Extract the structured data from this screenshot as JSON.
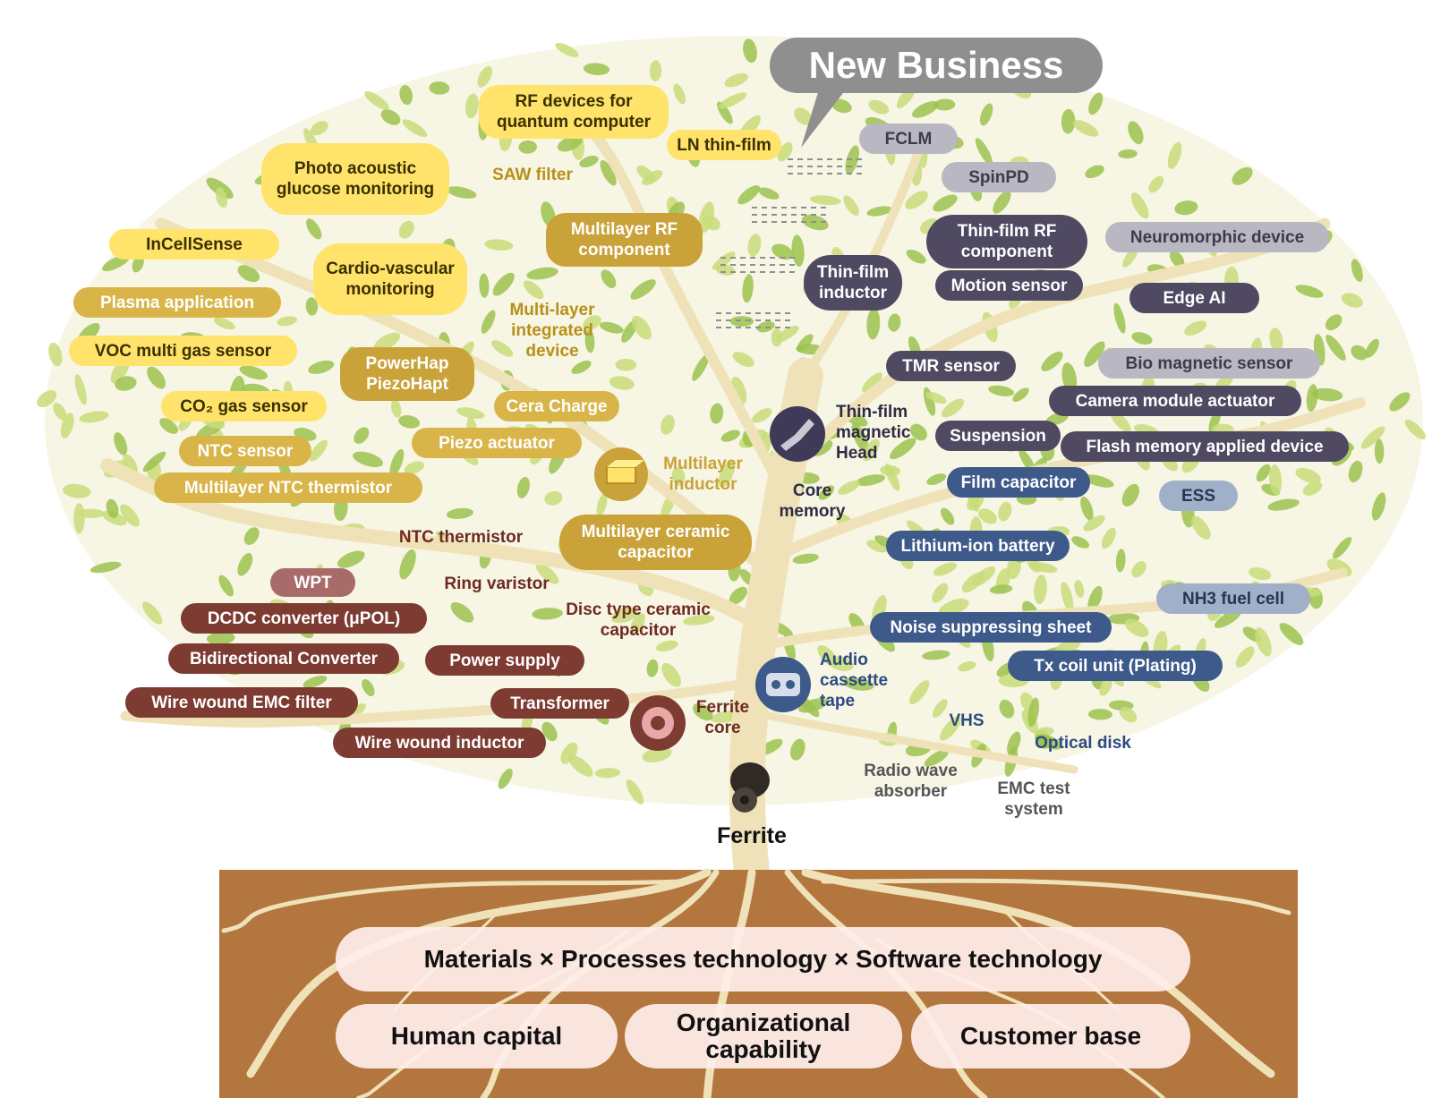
{
  "header": {
    "new_business": "New Business"
  },
  "trunk": {
    "base_label": "Ferrite"
  },
  "foundation": {
    "main": "Materials × Processes technology × Software technology",
    "pillars": [
      "Human capital",
      "Organizational capability",
      "Customer base"
    ]
  },
  "labels": {
    "rf_devices": "RF devices for quantum computer",
    "ln_thin_film": "LN thin-film",
    "photo_acoustic": "Photo acoustic glucose monitoring",
    "saw_filter": "SAW filter",
    "incellsense": "InCellSense",
    "cardio": "Cardio-vascular monitoring",
    "multilayer_rf": "Multilayer RF component",
    "plasma": "Plasma application",
    "multi_layer_integrated": "Multi-layer integrated device",
    "voc": "VOC multi gas sensor",
    "powerhap": "PowerHap PiezoHapt",
    "co2": "CO₂ gas sensor",
    "cera_charge": "Cera Charge",
    "ntc_sensor": "NTC sensor",
    "piezo_actuator": "Piezo actuator",
    "multilayer_inductor": "Multilayer inductor",
    "multilayer_ntc": "Multilayer NTC thermistor",
    "ntc_thermistor": "NTC thermistor",
    "mlcc": "Multilayer ceramic capacitor",
    "wpt": "WPT",
    "ring_varistor": "Ring varistor",
    "dcdc": "DCDC converter (μPOL)",
    "disc_capacitor": "Disc type ceramic capacitor",
    "bidirectional": "Bidirectional Converter",
    "power_supply": "Power supply",
    "wire_emc": "Wire wound EMC filter",
    "transformer": "Transformer",
    "ferrite_core": "Ferrite core",
    "wire_inductor": "Wire wound inductor",
    "fclm": "FCLM",
    "spinpd": "SpinPD",
    "thin_film_rf": "Thin-film RF component",
    "neuromorphic": "Neuromorphic device",
    "thin_film_inductor": "Thin-film inductor",
    "motion_sensor": "Motion sensor",
    "edge_ai": "Edge AI",
    "tmr_sensor": "TMR sensor",
    "bio_magnetic": "Bio magnetic sensor",
    "thin_film_head": "Thin-film magnetic Head",
    "camera_actuator": "Camera module actuator",
    "suspension": "Suspension",
    "flash_memory": "Flash memory applied device",
    "core_memory": "Core memory",
    "film_capacitor": "Film capacitor",
    "ess": "ESS",
    "lithium_battery": "Lithium-ion battery",
    "nh3": "NH3 fuel cell",
    "noise_sheet": "Noise suppressing sheet",
    "tx_coil": "Tx coil unit (Plating)",
    "audio_tape": "Audio cassette tape",
    "vhs": "VHS",
    "optical_disk": "Optical disk",
    "radio_absorber": "Radio wave absorber",
    "emc_test": "EMC test system"
  },
  "colors": {
    "leaf_light": "#c9dc7a",
    "leaf_dark": "#9cc24f",
    "branch": "#efe2b8",
    "soil": "#b3763f",
    "yellow": "#ffe36b",
    "gold": "#d9b549",
    "brown": "#7d3b32",
    "navy": "#4f4a62",
    "blue": "#3d5a8a"
  }
}
